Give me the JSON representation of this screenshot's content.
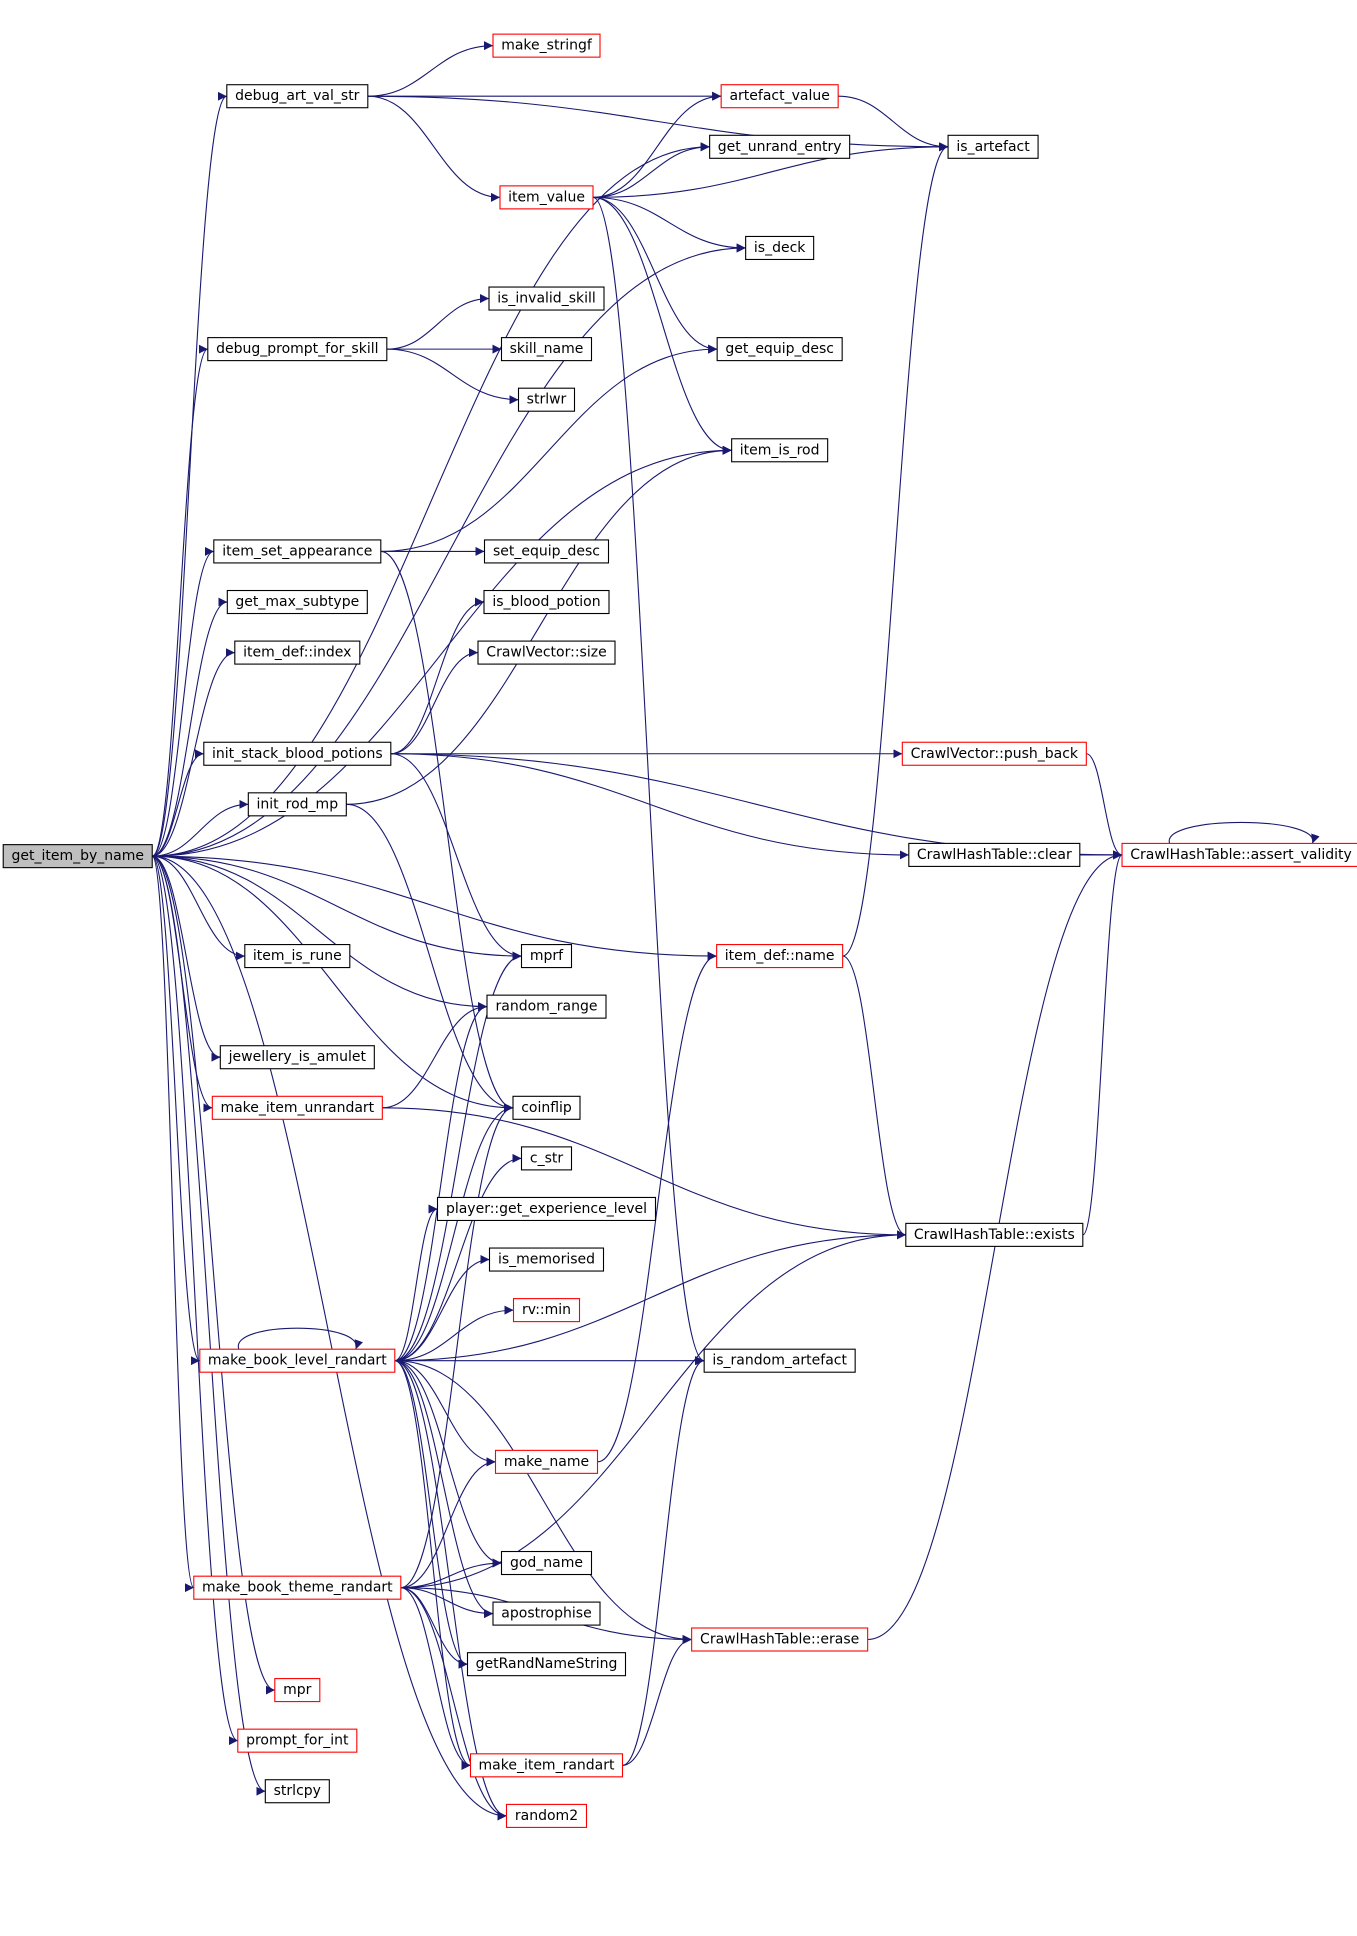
{
  "colors": {
    "edge": "#191970",
    "normal_border": "#000000",
    "truncated_border": "#ff0000",
    "root_fill": "#bfbfbf"
  },
  "nodes": [
    {
      "id": "root",
      "label": "get_item_by_name",
      "style": "root"
    },
    {
      "id": "n1",
      "label": "debug_art_val_str",
      "style": "normal"
    },
    {
      "id": "n2",
      "label": "make_stringf",
      "style": "truncated"
    },
    {
      "id": "n3",
      "label": "artefact_value",
      "style": "truncated"
    },
    {
      "id": "n4",
      "label": "get_unrand_entry",
      "style": "normal"
    },
    {
      "id": "n5",
      "label": "is_artefact",
      "style": "normal"
    },
    {
      "id": "n6",
      "label": "item_value",
      "style": "truncated"
    },
    {
      "id": "n7",
      "label": "is_deck",
      "style": "normal"
    },
    {
      "id": "n8",
      "label": "is_invalid_skill",
      "style": "normal"
    },
    {
      "id": "n9",
      "label": "debug_prompt_for_skill",
      "style": "normal"
    },
    {
      "id": "n10",
      "label": "skill_name",
      "style": "normal"
    },
    {
      "id": "n11",
      "label": "get_equip_desc",
      "style": "normal"
    },
    {
      "id": "n12",
      "label": "strlwr",
      "style": "normal"
    },
    {
      "id": "n13",
      "label": "item_is_rod",
      "style": "normal"
    },
    {
      "id": "n14",
      "label": "item_set_appearance",
      "style": "normal"
    },
    {
      "id": "n15",
      "label": "set_equip_desc",
      "style": "normal"
    },
    {
      "id": "n16",
      "label": "get_max_subtype",
      "style": "normal"
    },
    {
      "id": "n17",
      "label": "is_blood_potion",
      "style": "normal"
    },
    {
      "id": "n18",
      "label": "item_def::index",
      "style": "normal"
    },
    {
      "id": "n19",
      "label": "CrawlVector::size",
      "style": "normal"
    },
    {
      "id": "n20",
      "label": "init_stack_blood_potions",
      "style": "normal"
    },
    {
      "id": "n21",
      "label": "CrawlVector::push_back",
      "style": "truncated"
    },
    {
      "id": "n22",
      "label": "init_rod_mp",
      "style": "normal"
    },
    {
      "id": "n23",
      "label": "CrawlHashTable::clear",
      "style": "normal"
    },
    {
      "id": "n24",
      "label": "CrawlHashTable::assert_validity",
      "style": "truncated"
    },
    {
      "id": "n25",
      "label": "item_is_rune",
      "style": "normal"
    },
    {
      "id": "n26",
      "label": "mprf",
      "style": "normal"
    },
    {
      "id": "n27",
      "label": "item_def::name",
      "style": "truncated"
    },
    {
      "id": "n28",
      "label": "random_range",
      "style": "normal"
    },
    {
      "id": "n29",
      "label": "jewellery_is_amulet",
      "style": "normal"
    },
    {
      "id": "n30",
      "label": "make_item_unrandart",
      "style": "truncated"
    },
    {
      "id": "n31",
      "label": "coinflip",
      "style": "normal"
    },
    {
      "id": "n32",
      "label": "c_str",
      "style": "normal"
    },
    {
      "id": "n33",
      "label": "player::get_experience_level",
      "style": "normal"
    },
    {
      "id": "n34",
      "label": "CrawlHashTable::exists",
      "style": "normal"
    },
    {
      "id": "n35",
      "label": "is_memorised",
      "style": "normal"
    },
    {
      "id": "n36",
      "label": "rv::min",
      "style": "truncated"
    },
    {
      "id": "n37",
      "label": "make_book_level_randart",
      "style": "truncated"
    },
    {
      "id": "n38",
      "label": "is_random_artefact",
      "style": "normal"
    },
    {
      "id": "n39",
      "label": "make_name",
      "style": "truncated"
    },
    {
      "id": "n40",
      "label": "god_name",
      "style": "normal"
    },
    {
      "id": "n41",
      "label": "make_book_theme_randart",
      "style": "truncated"
    },
    {
      "id": "n42",
      "label": "apostrophise",
      "style": "normal"
    },
    {
      "id": "n43",
      "label": "CrawlHashTable::erase",
      "style": "truncated"
    },
    {
      "id": "n44",
      "label": "getRandNameString",
      "style": "normal"
    },
    {
      "id": "n45",
      "label": "mpr",
      "style": "truncated"
    },
    {
      "id": "n46",
      "label": "prompt_for_int",
      "style": "truncated"
    },
    {
      "id": "n47",
      "label": "make_item_randart",
      "style": "truncated"
    },
    {
      "id": "n48",
      "label": "strlcpy",
      "style": "normal"
    },
    {
      "id": "n49",
      "label": "random2",
      "style": "truncated"
    }
  ],
  "edges": [
    [
      "root",
      "n1"
    ],
    [
      "root",
      "n4"
    ],
    [
      "root",
      "n7"
    ],
    [
      "root",
      "n9"
    ],
    [
      "root",
      "n13"
    ],
    [
      "root",
      "n14"
    ],
    [
      "root",
      "n16"
    ],
    [
      "root",
      "n18"
    ],
    [
      "root",
      "n20"
    ],
    [
      "root",
      "n22"
    ],
    [
      "root",
      "n25"
    ],
    [
      "root",
      "n26"
    ],
    [
      "root",
      "n27"
    ],
    [
      "root",
      "n28"
    ],
    [
      "root",
      "n29"
    ],
    [
      "root",
      "n30"
    ],
    [
      "root",
      "n31"
    ],
    [
      "root",
      "n37"
    ],
    [
      "root",
      "n41"
    ],
    [
      "root",
      "n45"
    ],
    [
      "root",
      "n46"
    ],
    [
      "root",
      "n48"
    ],
    [
      "root",
      "n49"
    ],
    [
      "n1",
      "n2"
    ],
    [
      "n1",
      "n3"
    ],
    [
      "n1",
      "n5"
    ],
    [
      "n1",
      "n6"
    ],
    [
      "n3",
      "n5"
    ],
    [
      "n6",
      "n3"
    ],
    [
      "n6",
      "n4"
    ],
    [
      "n6",
      "n5"
    ],
    [
      "n6",
      "n7"
    ],
    [
      "n6",
      "n11"
    ],
    [
      "n6",
      "n13"
    ],
    [
      "n6",
      "n38"
    ],
    [
      "n9",
      "n8"
    ],
    [
      "n9",
      "n10"
    ],
    [
      "n9",
      "n12"
    ],
    [
      "n14",
      "n15"
    ],
    [
      "n14",
      "n11"
    ],
    [
      "n14",
      "n31"
    ],
    [
      "n20",
      "n17"
    ],
    [
      "n20",
      "n19"
    ],
    [
      "n20",
      "n21"
    ],
    [
      "n20",
      "n24"
    ],
    [
      "n20",
      "n23"
    ],
    [
      "n20",
      "n26"
    ],
    [
      "n21",
      "n24"
    ],
    [
      "n23",
      "n24"
    ],
    [
      "n24",
      "n24"
    ],
    [
      "n22",
      "n13"
    ],
    [
      "n22",
      "n31"
    ],
    [
      "n27",
      "n5"
    ],
    [
      "n27",
      "n34"
    ],
    [
      "n34",
      "n24"
    ],
    [
      "n30",
      "n28"
    ],
    [
      "n30",
      "n34"
    ],
    [
      "n37",
      "n37"
    ],
    [
      "n37",
      "n26"
    ],
    [
      "n37",
      "n28"
    ],
    [
      "n37",
      "n31"
    ],
    [
      "n37",
      "n32"
    ],
    [
      "n37",
      "n33"
    ],
    [
      "n37",
      "n35"
    ],
    [
      "n37",
      "n36"
    ],
    [
      "n37",
      "n38"
    ],
    [
      "n37",
      "n34"
    ],
    [
      "n37",
      "n39"
    ],
    [
      "n37",
      "n40"
    ],
    [
      "n37",
      "n42"
    ],
    [
      "n37",
      "n44"
    ],
    [
      "n37",
      "n43"
    ],
    [
      "n37",
      "n47"
    ],
    [
      "n37",
      "n49"
    ],
    [
      "n41",
      "n31"
    ],
    [
      "n41",
      "n39"
    ],
    [
      "n41",
      "n40"
    ],
    [
      "n41",
      "n42"
    ],
    [
      "n41",
      "n44"
    ],
    [
      "n41",
      "n47"
    ],
    [
      "n41",
      "n49"
    ],
    [
      "n41",
      "n34"
    ],
    [
      "n41",
      "n43"
    ],
    [
      "n39",
      "n27"
    ],
    [
      "n43",
      "n24"
    ],
    [
      "n47",
      "n38"
    ],
    [
      "n47",
      "n43"
    ]
  ]
}
